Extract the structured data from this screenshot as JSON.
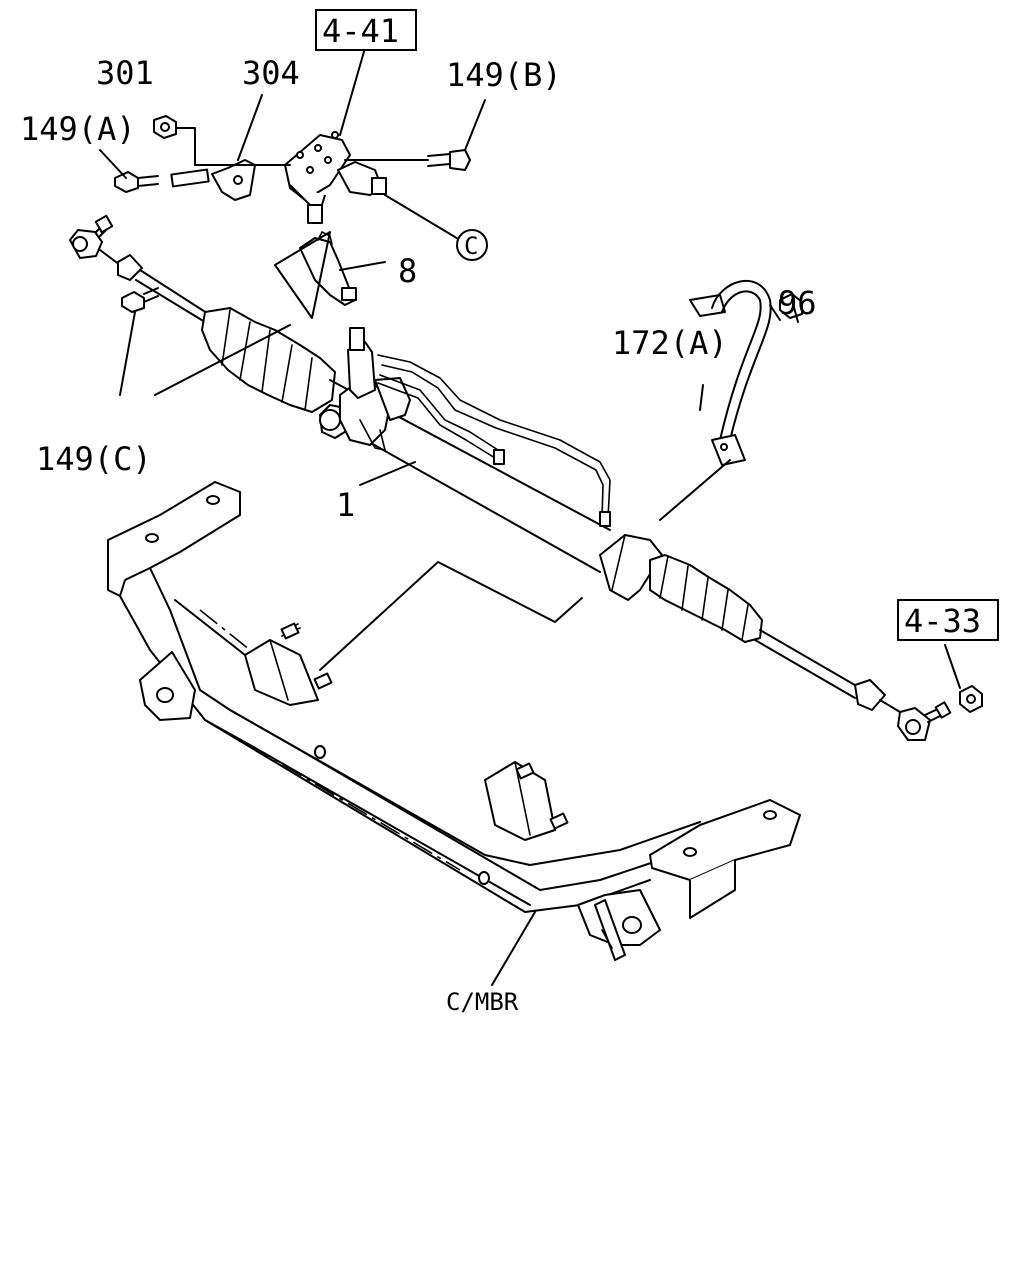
{
  "labels": {
    "ref_4_41": "4-41",
    "ref_4_33": "4-33",
    "p301": "301",
    "p304": "304",
    "p149b": "149(B)",
    "p149a": "149(A)",
    "pC": "C",
    "p8": "8",
    "p96": "96",
    "p172a": "172(A)",
    "p149c": "149(C)",
    "p1": "1",
    "cmbr": "C/MBR"
  }
}
